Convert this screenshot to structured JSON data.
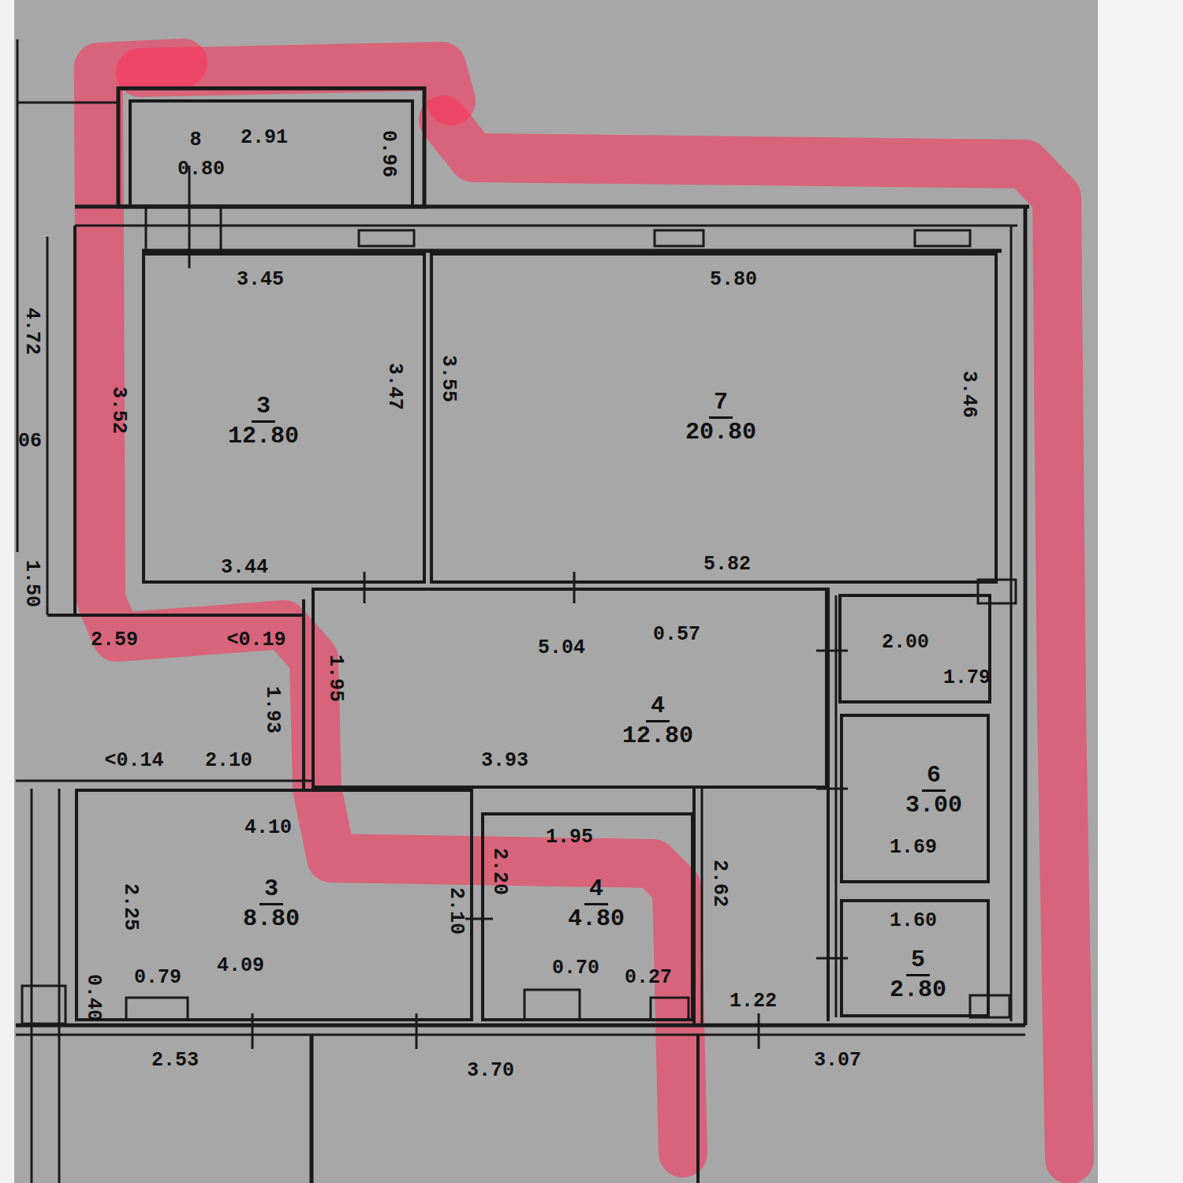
{
  "diagram": {
    "nodes": [
      {
        "text": [
          "3",
          "12.80"
        ]
      },
      {
        "text": [
          "7",
          "20.80"
        ]
      },
      {
        "text": [
          "4",
          "12.80"
        ]
      },
      {
        "text": [
          "3",
          "8.80"
        ]
      },
      {
        "text": [
          "4",
          "4.80"
        ]
      },
      {
        "text": [
          "6",
          "3.00"
        ]
      },
      {
        "text": [
          "5",
          "2.80"
        ]
      }
    ],
    "labels": [
      "8",
      "2.91",
      "0.80",
      "0.96",
      "3.45",
      "5.80",
      "4.72",
      "3.52",
      "3.47",
      "3.55",
      "3.46",
      "06",
      "3.44",
      "5.82",
      "1.50",
      "2.59",
      "<0.19",
      "5.04",
      "0.57",
      "2.00",
      "1.79",
      "1.95",
      "1.93",
      "<0.14",
      "2.10",
      "3.93",
      "4.10",
      "1.95",
      "2.20",
      "2.62",
      "1.69",
      "1.60",
      "2.25",
      "2.10",
      "4.09",
      "0.70",
      "0.27",
      "0.40",
      "0.79",
      "1.22",
      "2.53",
      "3.70",
      "3.07"
    ]
  }
}
